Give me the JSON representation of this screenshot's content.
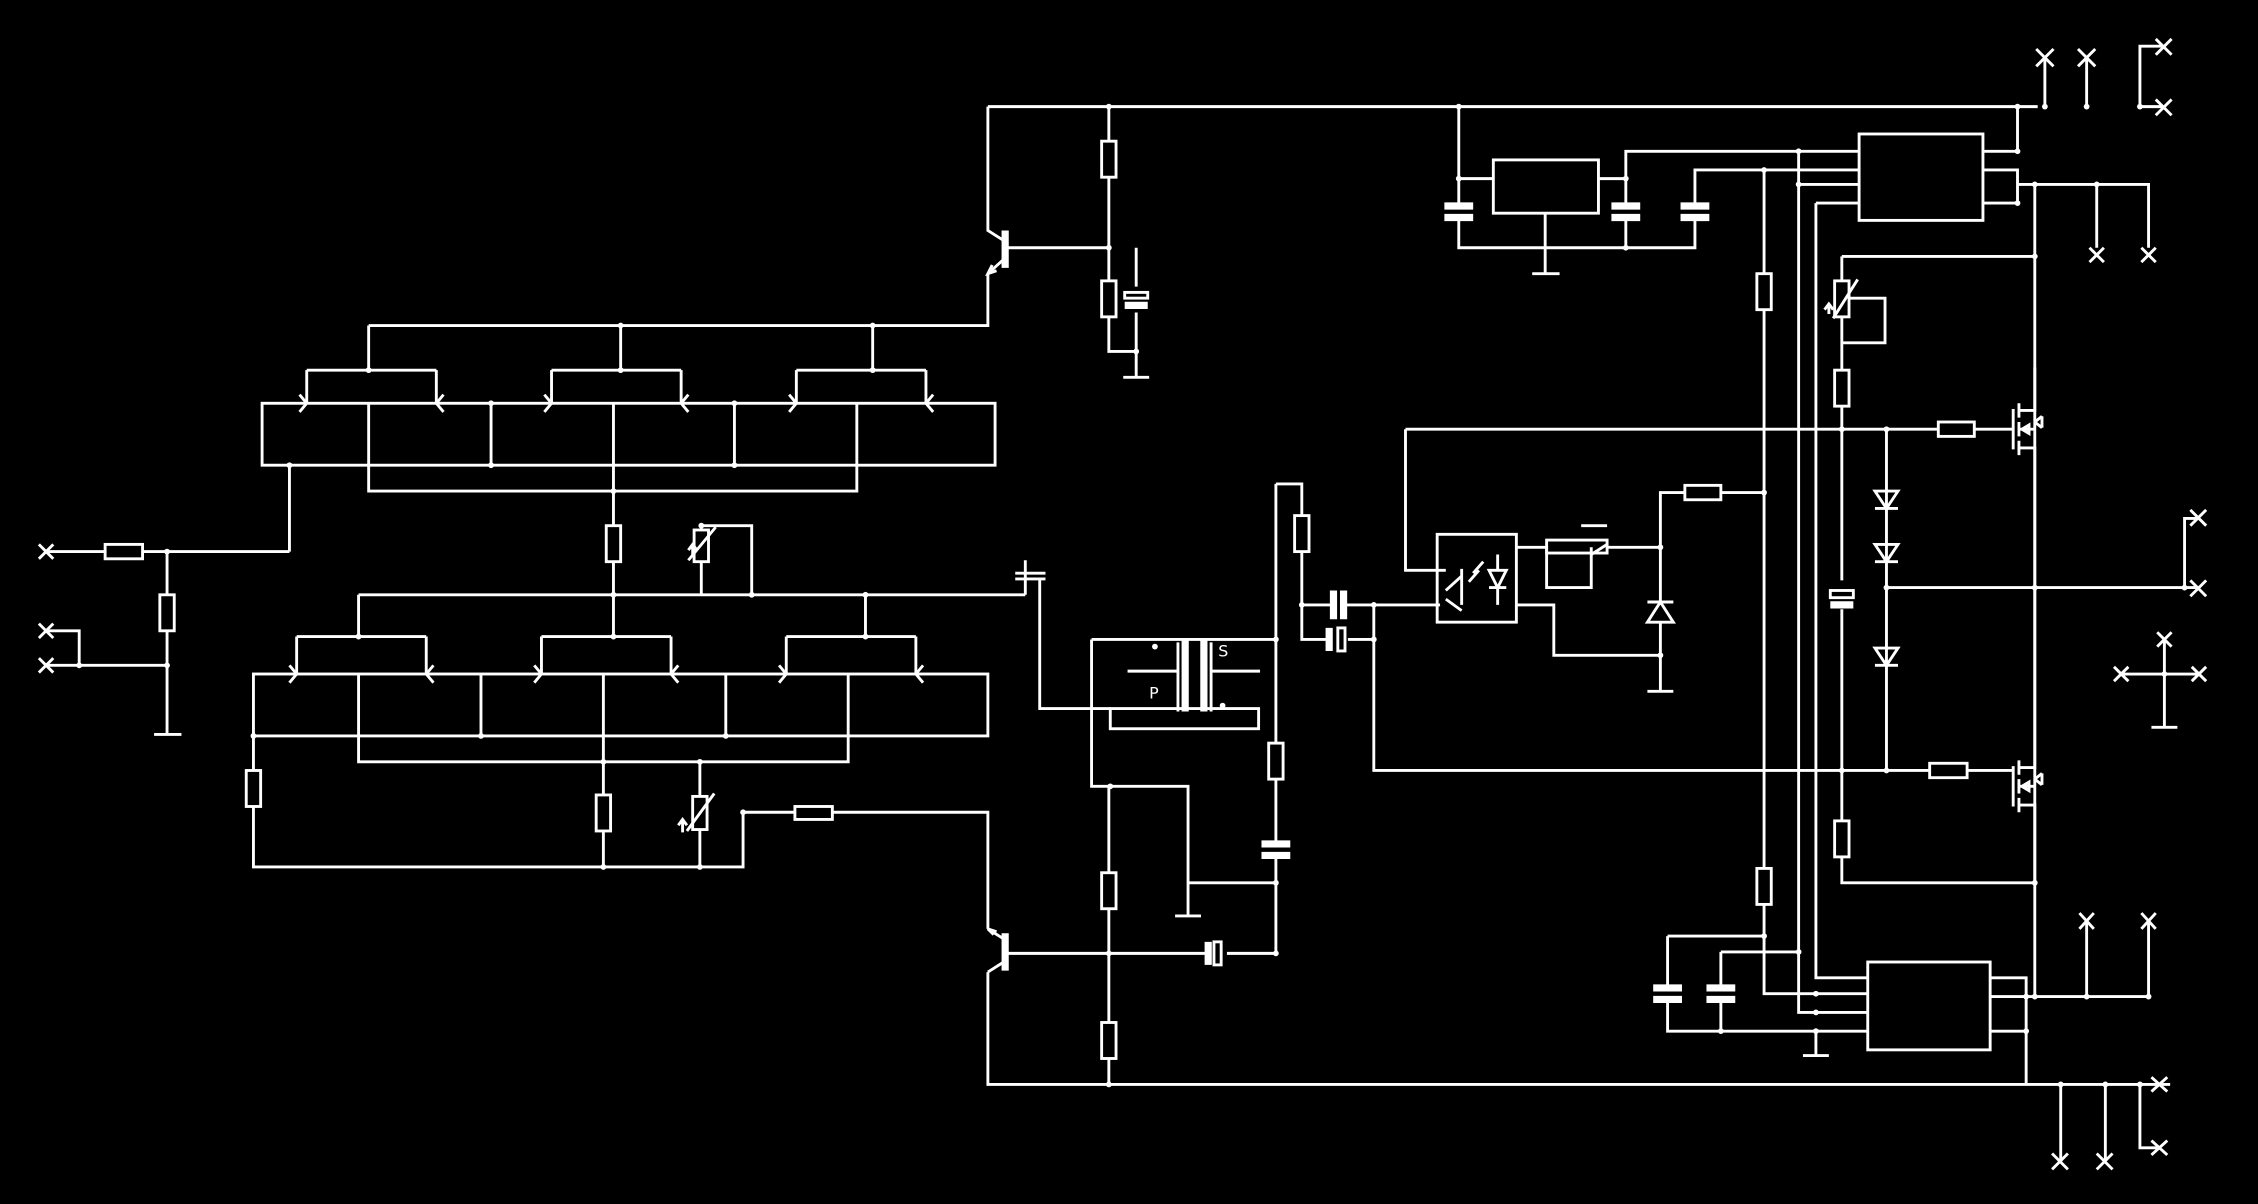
{
  "colors": {
    "background": "#000000",
    "foreground": "#ffffff"
  },
  "diagram": {
    "type": "electronic circuit schematic",
    "transformer": {
      "primary_label": "P",
      "secondary_label": "S"
    },
    "terminal_marker": "x"
  }
}
